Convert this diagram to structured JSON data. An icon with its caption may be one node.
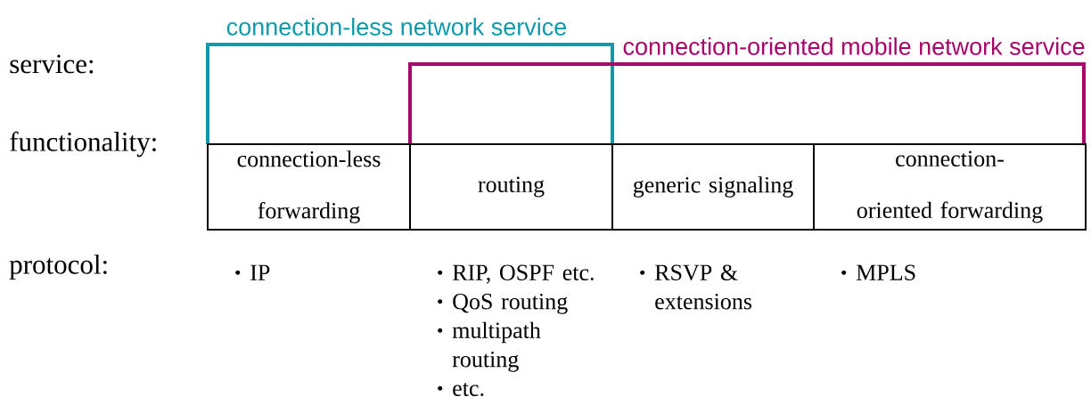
{
  "diagram": {
    "nodes": [
      {
        "text": [
          "connection-less network service"
        ]
      },
      {
        "text": [
          "connection-oriented mobile network service"
        ]
      },
      {
        "text": [
          "connection-less forwarding"
        ],
        "beside": [
          "IP"
        ]
      },
      {
        "text": [
          "routing"
        ],
        "beside": [
          "RIP, OSPF etc.",
          "QoS routing",
          "multipath routing",
          "etc."
        ]
      },
      {
        "text": [
          "generic signaling"
        ],
        "beside": [
          "RSVP & extensions"
        ]
      },
      {
        "text": [
          "connection-oriented forwarding"
        ],
        "beside": [
          "MPLS"
        ]
      }
    ],
    "labels": [
      "service:",
      "functionality:",
      "protocol:"
    ]
  }
}
